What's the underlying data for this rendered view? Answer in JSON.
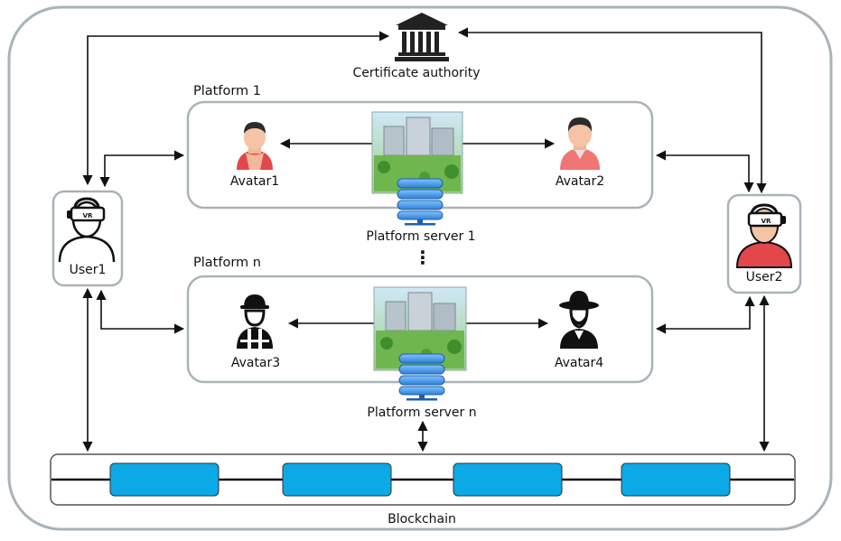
{
  "ca": {
    "label": "Certificate authority",
    "icon": "bank-icon"
  },
  "platform1": {
    "label": "Platform 1",
    "avatar_left": "Avatar1",
    "avatar_right": "Avatar2",
    "server_label": "Platform server 1"
  },
  "platform_n": {
    "label": "Platform n",
    "avatar_left": "Avatar3",
    "avatar_right": "Avatar4",
    "server_label": "Platform server n"
  },
  "ellipsis": "⋮",
  "user1": {
    "label": "User1",
    "badge": "VR"
  },
  "user2": {
    "label": "User2",
    "badge": "VR"
  },
  "blockchain": {
    "label": "Blockchain",
    "block_count": 4
  },
  "colors": {
    "block": "#0BA9E6",
    "panel_border": "#a9b3b8",
    "avatar_red": "#e4474a",
    "avatar_pink": "#f07575",
    "server_blue": "#3d8fe0"
  }
}
